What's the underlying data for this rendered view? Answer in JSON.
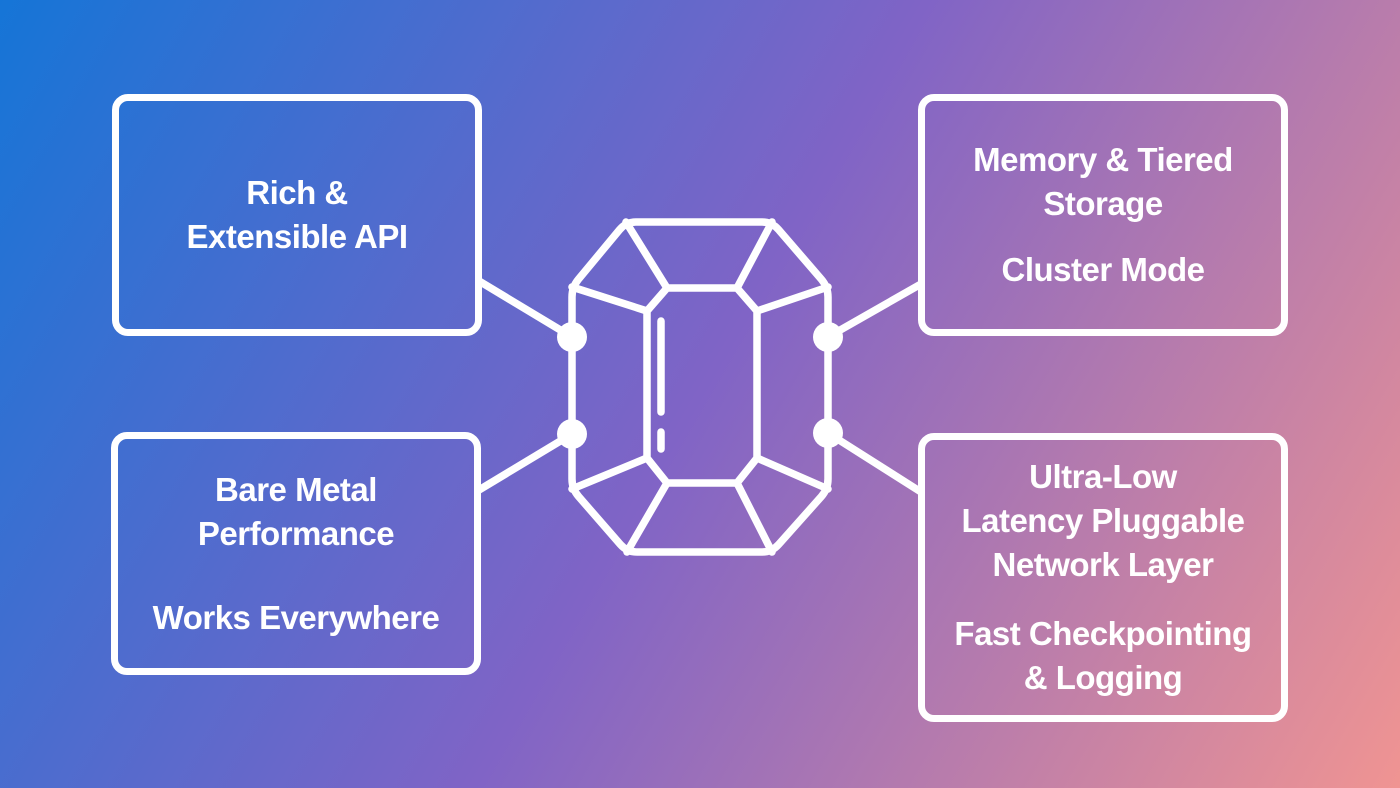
{
  "background": {
    "type": "linear-gradient",
    "angle_deg": 120,
    "stops": [
      "#1575d7",
      "#8064c6",
      "#f09492"
    ]
  },
  "stroke_color": "#ffffff",
  "text_color": "#ffffff",
  "center_icon": "garnet-gem-icon",
  "boxes": [
    {
      "position": "top-left",
      "paragraphs": [
        [
          "Rich &",
          "Extensible API"
        ]
      ]
    },
    {
      "position": "top-right",
      "paragraphs": [
        [
          "Memory & Tiered",
          "Storage"
        ],
        [
          "Cluster Mode"
        ]
      ]
    },
    {
      "position": "bottom-left",
      "paragraphs": [
        [
          "Bare Metal",
          "Performance"
        ],
        [
          "Works Everywhere"
        ]
      ]
    },
    {
      "position": "bottom-right",
      "paragraphs": [
        [
          "Ultra-Low",
          "Latency Pluggable",
          "Network Layer"
        ],
        [
          "Fast Checkpointing",
          "& Logging"
        ]
      ]
    }
  ]
}
